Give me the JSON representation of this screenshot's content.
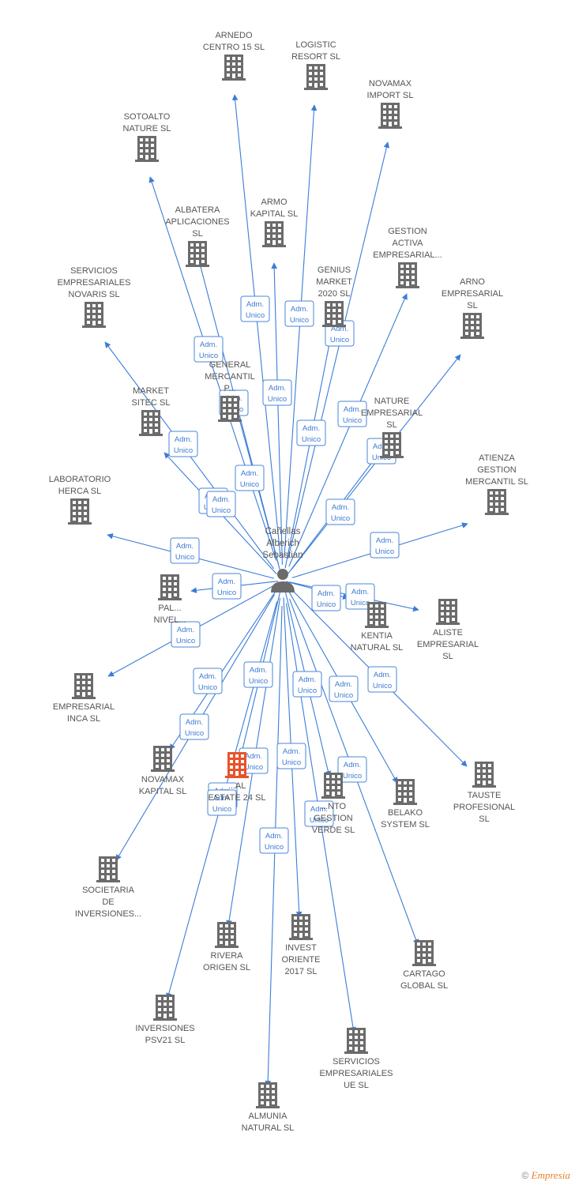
{
  "center": {
    "lines": [
      "Cañellas",
      "Alberich",
      "Sebastian"
    ]
  },
  "role_label": [
    "Adm.",
    "Unico"
  ],
  "colors": {
    "edge": "#3b7dd8",
    "building": "#6b6b6b",
    "highlight": "#e8532b"
  },
  "nodes": [
    {
      "id": "arnedo",
      "lines": [
        "ARNEDO",
        "CENTRO 15  SL"
      ]
    },
    {
      "id": "logistic",
      "lines": [
        "LOGISTIC",
        "RESORT SL"
      ]
    },
    {
      "id": "novamax-import",
      "lines": [
        "NOVAMAX",
        "IMPORT  SL"
      ]
    },
    {
      "id": "sotoalto",
      "lines": [
        "SOTOALTO",
        "NATURE  SL"
      ]
    },
    {
      "id": "albatera",
      "lines": [
        "ALBATERA",
        "APLICACIONES",
        "SL"
      ]
    },
    {
      "id": "armo",
      "lines": [
        "ARMO",
        "KAPITAL  SL"
      ]
    },
    {
      "id": "gestion-activa",
      "lines": [
        "GESTION",
        "ACTIVA",
        "EMPRESARIAL..."
      ]
    },
    {
      "id": "servicios-novaris",
      "lines": [
        "SERVICIOS",
        "EMPRESARIALES",
        "NOVARIS  SL"
      ]
    },
    {
      "id": "genius",
      "lines": [
        "GENIUS",
        "MARKET",
        "2020  SL"
      ]
    },
    {
      "id": "arno",
      "lines": [
        "ARNO",
        "EMPRESARIAL",
        "SL"
      ]
    },
    {
      "id": "general-mercantil",
      "lines": [
        "GENERAL",
        "MERCANTIL",
        "P..."
      ]
    },
    {
      "id": "market-sitec",
      "lines": [
        "MARKET",
        "SITEC  SL"
      ]
    },
    {
      "id": "nature-empresarial",
      "lines": [
        "NATURE",
        "EMPRESARIAL",
        "SL"
      ]
    },
    {
      "id": "laboratorio",
      "lines": [
        "LABORATORIO",
        "HERCA SL"
      ]
    },
    {
      "id": "atienza",
      "lines": [
        "ATIENZA",
        "GESTION",
        "MERCANTIL SL"
      ]
    },
    {
      "id": "palmer",
      "lines": [
        "PAL...",
        "NIVEL..."
      ]
    },
    {
      "id": "aliste",
      "lines": [
        "ALISTE",
        "EMPRESARIAL",
        "SL"
      ]
    },
    {
      "id": "kentia",
      "lines": [
        "KENTIA",
        "NATURAL  SL"
      ]
    },
    {
      "id": "empresarial-inca",
      "lines": [
        "EMPRESARIAL",
        "INCA  SL"
      ]
    },
    {
      "id": "novamax-kapital",
      "lines": [
        "NOVAMAX",
        "KAPITAL  SL"
      ]
    },
    {
      "id": "real-estate",
      "lines": [
        "...AL",
        "ESTATE 24  SL"
      ]
    },
    {
      "id": "punto-gestion",
      "lines": [
        "...NTO",
        "GESTION",
        "VERDE  SL"
      ]
    },
    {
      "id": "belako",
      "lines": [
        "BELAKO",
        "SYSTEM  SL"
      ]
    },
    {
      "id": "tauste",
      "lines": [
        "TAUSTE",
        "PROFESIONAL",
        "SL"
      ]
    },
    {
      "id": "societaria",
      "lines": [
        "SOCIETARIA",
        "DE",
        "INVERSIONES..."
      ]
    },
    {
      "id": "rivera",
      "lines": [
        "RIVERA",
        "ORIGEN  SL"
      ]
    },
    {
      "id": "invest-oriente",
      "lines": [
        "INVEST",
        "ORIENTE",
        "2017  SL"
      ]
    },
    {
      "id": "cartago",
      "lines": [
        "CARTAGO",
        "GLOBAL  SL"
      ]
    },
    {
      "id": "inversiones-psv21",
      "lines": [
        "INVERSIONES",
        "PSV21  SL"
      ]
    },
    {
      "id": "servicios-ue",
      "lines": [
        "SERVICIOS",
        "EMPRESARIALES",
        "UE  SL"
      ]
    },
    {
      "id": "almunia",
      "lines": [
        "ALMUNIA",
        "NATURAL  SL"
      ]
    }
  ],
  "footer": {
    "copyright": "©",
    "brand": "Empresia"
  }
}
